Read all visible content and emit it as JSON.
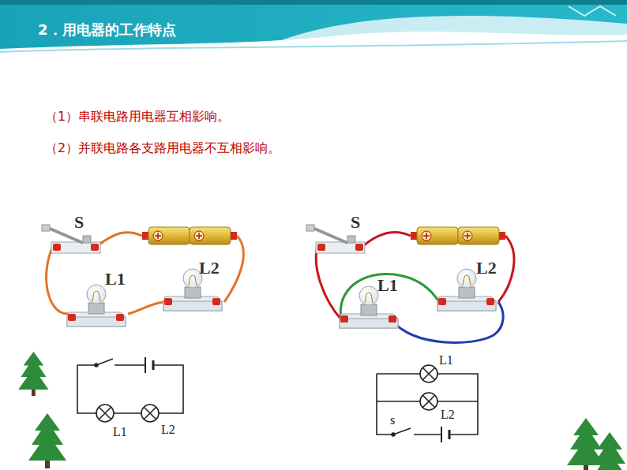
{
  "diagram": {
    "title": "2．用电器的工作特点",
    "labels": [
      "（1）串联电路用电器互相影响。",
      "（2）并联电路各支路用电器不互相影响。",
      "S",
      "L1",
      "L2",
      "S",
      "L1",
      "L2",
      "L1",
      "L2",
      "L1",
      "L2",
      "s"
    ]
  }
}
